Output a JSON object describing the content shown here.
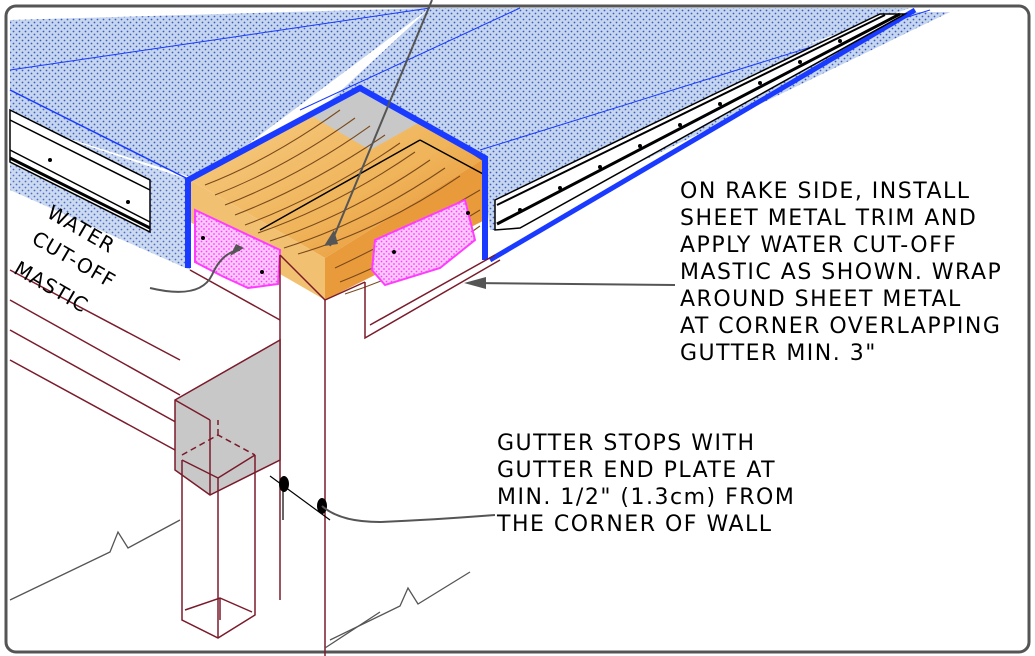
{
  "notes": {
    "rake_side_note": "ON RAKE SIDE, INSTALL\nSHEET METAL TRIM AND\nAPPLY WATER CUT-OFF\nMASTIC AS SHOWN. WRAP\nAROUND SHEET METAL\nAT CORNER OVERLAPPING\nGUTTER MIN. 3\"",
    "gutter_stop_note": "GUTTER STOPS WITH\nGUTTER END PLATE AT\nMIN. 1/2\" (1.3cm) FROM\nTHE CORNER OF WALL",
    "mastic_label_line1": "WATER",
    "mastic_label_line2": "CUT-OFF",
    "mastic_label_line3": "MASTIC"
  },
  "colors": {
    "membrane_fill": "#c6d6ee",
    "membrane_dots": "#3a5bc4",
    "blue_outline": "#1a3bff",
    "timber": "#f0b45a",
    "timber_grain": "#7a4a1c",
    "mastic": "#ff3dff",
    "wall_line": "#7a1b2b",
    "gutter_gray": "#c8c8c8",
    "leader": "#000000"
  }
}
